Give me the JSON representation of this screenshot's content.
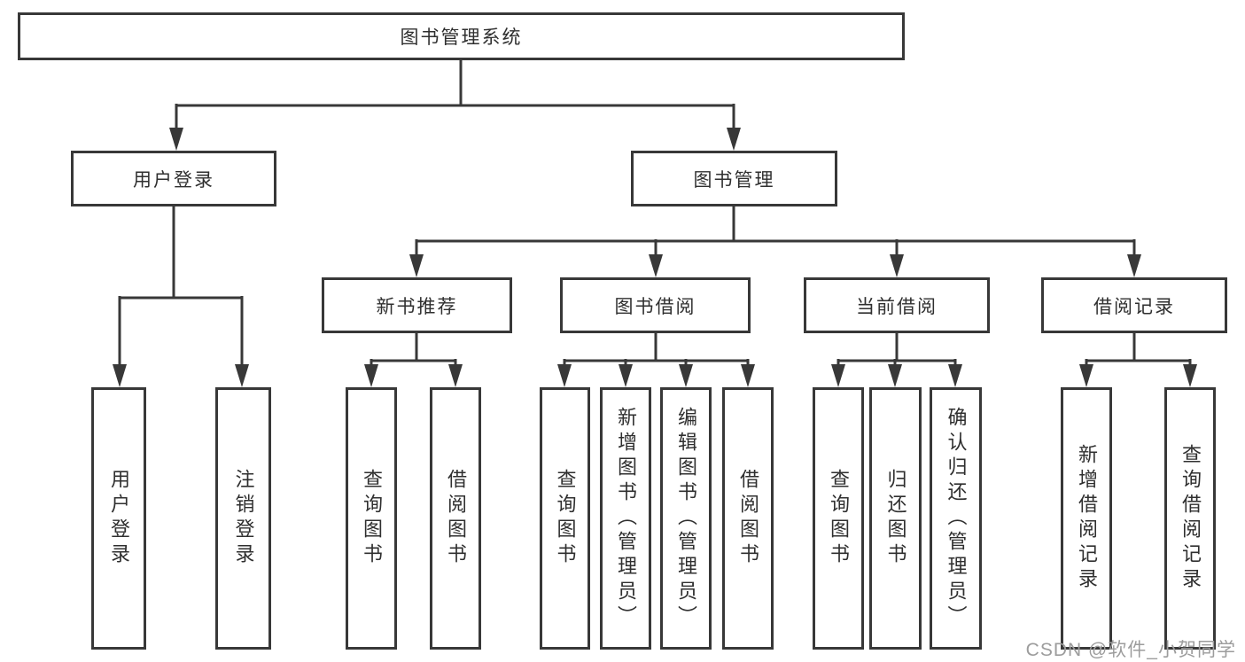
{
  "diagram": {
    "type": "hierarchy-tree",
    "title": "图书管理系统",
    "colors": {
      "line": "#383838",
      "box_border": "#383838",
      "text": "#2f2f2f",
      "background": "#ffffff",
      "watermark": "#9c9c9c"
    },
    "watermark": {
      "text": "CSDN @软件_小贺同学"
    },
    "nodes": {
      "root": {
        "label": "图书管理系统"
      },
      "user_login": {
        "label": "用户登录"
      },
      "book_mgmt": {
        "label": "图书管理"
      },
      "new_book_rec": {
        "label": "新书推荐"
      },
      "book_borrow": {
        "label": "图书借阅"
      },
      "current_borrow": {
        "label": "当前借阅"
      },
      "borrow_records": {
        "label": "借阅记录"
      },
      "leaf_user_login": {
        "label": "用户登录"
      },
      "leaf_logout": {
        "label": "注销登录"
      },
      "leaf_rec_query": {
        "label": "查询图书"
      },
      "leaf_rec_borrow": {
        "label": "借阅图书"
      },
      "leaf_bb_query": {
        "label": "查询图书"
      },
      "leaf_bb_add": {
        "label": "新增图书（管理员）"
      },
      "leaf_bb_edit": {
        "label": "编辑图书（管理员）"
      },
      "leaf_bb_borrow": {
        "label": "借阅图书"
      },
      "leaf_cb_query": {
        "label": "查询图书"
      },
      "leaf_cb_return": {
        "label": "归还图书"
      },
      "leaf_cb_confirm": {
        "label": "确认归还（管理员）"
      },
      "leaf_br_add": {
        "label": "新增借阅记录"
      },
      "leaf_br_query": {
        "label": "查询借阅记录"
      }
    },
    "edges": [
      {
        "from": "图书管理系统",
        "to": [
          "用户登录",
          "图书管理"
        ]
      },
      {
        "from": "用户登录",
        "to": [
          "用户登录",
          "注销登录"
        ]
      },
      {
        "from": "图书管理",
        "to": [
          "新书推荐",
          "图书借阅",
          "当前借阅",
          "借阅记录"
        ]
      },
      {
        "from": "新书推荐",
        "to": [
          "查询图书",
          "借阅图书"
        ]
      },
      {
        "from": "图书借阅",
        "to": [
          "查询图书",
          "新增图书（管理员）",
          "编辑图书（管理员）",
          "借阅图书"
        ]
      },
      {
        "from": "当前借阅",
        "to": [
          "查询图书",
          "归还图书",
          "确认归还（管理员）"
        ]
      },
      {
        "from": "借阅记录",
        "to": [
          "新增借阅记录",
          "查询借阅记录"
        ]
      }
    ]
  }
}
